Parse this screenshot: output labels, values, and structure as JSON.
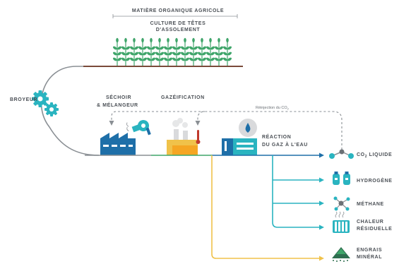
{
  "colors": {
    "line_gray": "#8a8f94",
    "blue": "#1e6fa8",
    "teal": "#2ab4c0",
    "yellow": "#f0c24a",
    "green_plant": "#3fa56a",
    "soil": "#7a4a3a",
    "red": "#c0392b",
    "dark_green": "#2e6e4f"
  },
  "labels": {
    "field_header": "MATIÈRE ORGANIQUE AGRICOLE",
    "crop_line1": "CULTURE DE TÊTES",
    "crop_line2": "D'ASSOLEMENT",
    "grinder": "BROYEUR",
    "dryer_line1": "SÉCHOIR",
    "dryer_line2": "& MÉLANGEUR",
    "gasification": "GAZÉIFICATION",
    "reinjection_text": "Réinjection du CO",
    "reinjection_sub": "2",
    "reaction_line1": "RÉACTION",
    "reaction_line2": "DU GAZ À L'EAU"
  },
  "outputs": [
    {
      "line1": "CO",
      "sub": "2",
      "line1_suffix": " LIQUIDE",
      "line2": "",
      "icon": "molecule-icon"
    },
    {
      "line1": "HYDROGÈNE",
      "sub": "",
      "line1_suffix": "",
      "line2": "",
      "icon": "hydrogen-tanks-icon"
    },
    {
      "line1": "MÉTHANE",
      "sub": "",
      "line1_suffix": "",
      "line2": "",
      "icon": "methane-molecule-icon"
    },
    {
      "line1": "CHALEUR",
      "sub": "",
      "line1_suffix": "",
      "line2": "RÉSIDUELLE",
      "icon": "radiator-icon"
    },
    {
      "line1": "ENGRAIS",
      "sub": "",
      "line1_suffix": "",
      "line2": "MINÉRAL",
      "icon": "fertilizer-pile-icon"
    }
  ]
}
